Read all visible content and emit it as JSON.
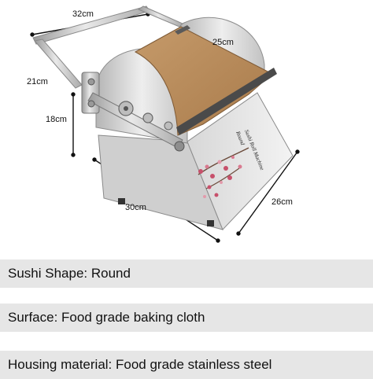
{
  "dimensions": {
    "width_top": "32cm",
    "belt_width": "25cm",
    "side_height": "21cm",
    "body_height": "18cm",
    "base_length": "30cm",
    "box_depth": "26cm"
  },
  "product": {
    "box_title": "Round",
    "box_subtitle": "Sushi Roll Machine"
  },
  "specs": [
    {
      "text": "Sushi Shape: Round"
    },
    {
      "text": "Surface: Food grade baking cloth"
    },
    {
      "text": "Housing material: Food grade stainless steel"
    }
  ],
  "colors": {
    "spec_band": "#e6e6e6",
    "belt": "#b88a5a",
    "steel": "#c9c9c9",
    "blossom": "#c7506b"
  }
}
